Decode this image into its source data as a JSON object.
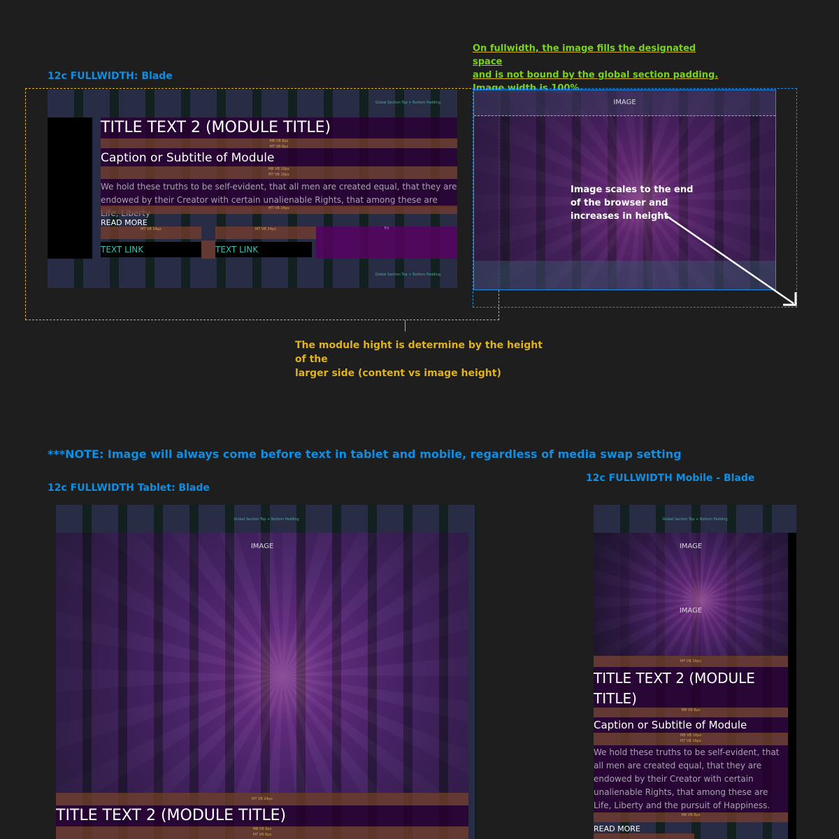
{
  "labels": {
    "desktop": "12c FULLWIDTH: Blade",
    "tablet": "12c FULLWIDTH Tablet: Blade",
    "mobile": "12c FULLWIDTH Mobile - Blade",
    "note": "***NOTE: Image will always come before text in tablet and mobile, regardless of media swap setting"
  },
  "annotations": {
    "fullwidth_line1": "On fullwidth, the image fills the designated space",
    "fullwidth_line2": "and is not bound by the global section padding.",
    "fullwidth_line3": "Image width is 100%.",
    "module_height_line1": "The module hight is determine by the height of the",
    "module_height_line2": "larger side (content vs image height)",
    "image_scales_line1": "Image scales to the end",
    "image_scales_line2": "of the browser and",
    "image_scales_line3": "increases in height."
  },
  "module": {
    "title": "TITLE TEXT 2 (MODULE TITLE)",
    "title_line1": "TITLE TEXT 2 (MODULE",
    "title_line2": "TITLE)",
    "subtitle": "Caption or Subtitle of Module",
    "body_desktop_line1": "We hold these truths to be self-evident, that all men are created equal, that they are",
    "body_desktop_line2": "endowed by their Creator with certain unalienable Rights, that among these are Life, Liberty",
    "body_mobile": "We hold these truths to be self-evident, that all men are created equal, that they are endowed by their Creator with certain unalienable Rights, that among these are Life, Liberty and the pursuit of Happiness.",
    "read_more": "READ MORE",
    "text_link_1": "TEXT LINK",
    "text_link_2": "TEXT LINK",
    "image_label": "IMAGE",
    "section_padding": "Global Section Top + Bottom Padding",
    "section_padding_bottom": "Global Section Top + Bottom Padding"
  },
  "spacers": {
    "mb_vb_8": "MB VB 8px",
    "mt_vb_8": "MT VB 8px",
    "mb_vb_16": "MB VB 16px",
    "mt_vb_16": "MT VB 16px",
    "mt_vb_24": "MT VB 24px",
    "mt_vb_24b": "MT VB 24px",
    "mt_vb_24c": "MT VB 24px",
    "mt_vb_24d": "MT VB 24px",
    "mt_vb_24e": "MT VB 24px",
    "fill": "Fill"
  }
}
